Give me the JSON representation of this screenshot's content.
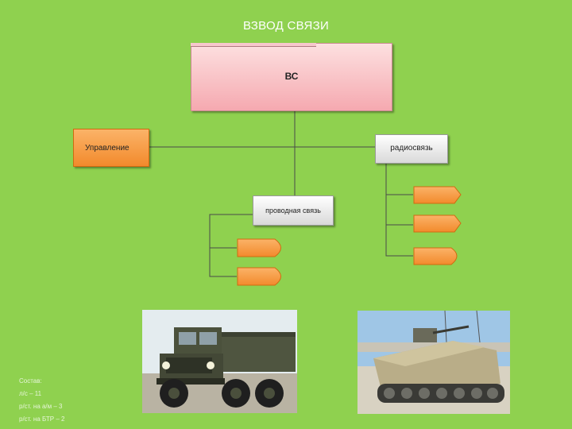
{
  "title": "ВЗВОД СВЯЗИ",
  "nodes": {
    "vs": "ВС",
    "upravlenie": "Управление",
    "radiosvyaz": "радиосвязь",
    "provodnaya": "проводная связь"
  },
  "composition": {
    "heading": "Состав:",
    "lines": [
      "л/с – 11",
      "р/ст. на а/м – 3",
      "р/ст. на БТР – 2"
    ]
  },
  "colors": {
    "background": "#8fd14f",
    "vs_fill": "#f5a9b0",
    "orange": "#f28a2c",
    "connector": "#4a4a4a"
  }
}
